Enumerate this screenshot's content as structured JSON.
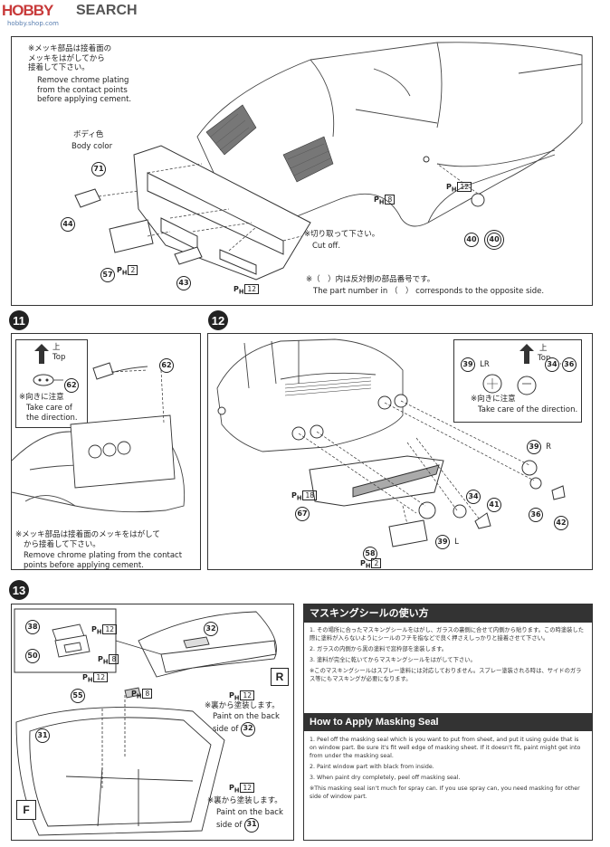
{
  "logo": {
    "prefix": "HOBBY",
    "label": "SEARCH",
    "watermark": "hobby.shop.com"
  },
  "step10": {
    "note_chrome_jp": [
      "※メッキ部品は接着面の",
      "メッキをはがしてから",
      "接着して下さい。"
    ],
    "note_chrome_en": [
      "Remove chrome plating",
      "from the contact points",
      "before applying cement."
    ],
    "body_color_jp": "ボディ色",
    "body_color_en": "Body color",
    "cut_jp": "※切り取って下さい。",
    "cut_en": "Cut off.",
    "opposite_jp": "※（　）内は反対側の部品番号です。",
    "opposite_en": "The part number in （　） corresponds to the opposite side.",
    "parts": {
      "p71": "71",
      "p44": "44",
      "p57": "57",
      "p43": "43",
      "p40": "40",
      "p40b": "40"
    },
    "ph": {
      "ph2": "2",
      "ph8": "8",
      "ph12a": "12",
      "ph12b": "12"
    }
  },
  "step11": {
    "number": "11",
    "top_jp": "上",
    "top_en": "Top",
    "part62a": "62",
    "part62b": "62",
    "dir_jp": "※向きに注意",
    "dir_en": [
      "Take care of",
      "the direction."
    ],
    "chrome_jp": [
      "※メッキ部品は接着面のメッキをはがして",
      "から接着して下さい。"
    ],
    "chrome_en": [
      "Remove chrome plating from the contact",
      "points before applying cement."
    ]
  },
  "step12": {
    "number": "12",
    "lr_part": "39",
    "lr_label": "LR",
    "top_jp": "上",
    "top_en": "Top",
    "part34": "34",
    "part36": "36",
    "dir_jp": "※向きに注意",
    "dir_en": "Take care of the direction.",
    "p39r": "39",
    "r_label": "R",
    "p34": "34",
    "p41": "41",
    "p36": "36",
    "p42": "42",
    "p39l": "39",
    "l_label": "L",
    "p67": "67",
    "p58": "58",
    "ph18": "18",
    "ph2": "2"
  },
  "step13": {
    "number": "13",
    "p38": "38",
    "p50": "50",
    "p32": "32",
    "p55": "55",
    "p31": "31",
    "ph12a": "12",
    "ph8a": "8",
    "ph12b": "12",
    "ph8b": "8",
    "ph12c": "12",
    "ph12d": "12",
    "box_r": "R",
    "box_f": "F",
    "back_r_jp": "※裏から塗装します。",
    "back_r_en": [
      "Paint on the back",
      "side of"
    ],
    "back_r_part": "32",
    "back_f_jp": "※裏から塗装します。",
    "back_f_en": [
      "Paint on the back",
      "side of"
    ],
    "back_f_part": "31"
  },
  "masking": {
    "title_jp": "マスキングシールの使い方",
    "jp_items": [
      "1. その場所に合ったマスキングシールをはがし、ガラスの裏側に合せて内側から貼ります。この時塗装した際に塗料が入らないようにシールのフチを指などで良く押さえしっかりと接着させて下さい。",
      "2. ガラスの内側から黒の塗料で窓枠部を塗装します。",
      "3. 塗料が完全に乾いてからマスキングシールをはがして下さい。",
      "※このマスキングシールはスプレー塗料には対応しておりません。スプレー塗装される時は、サイドのガラス等にもマスキングが必要になります。"
    ],
    "title_en": "How to Apply Masking Seal",
    "en_items": [
      "1. Peel off the masking seal which is you want to put from sheet, and put it using guide that is on window part. Be sure it's fit well edge of masking sheet. If it doesn't fit, paint might get into from under the masking seal.",
      "2. Paint window part with black from inside.",
      "3. When paint dry completely, peel off masking seal.",
      "※This masking seal isn't much for spray can. If you use spray can, you need masking for other side of window part."
    ]
  }
}
